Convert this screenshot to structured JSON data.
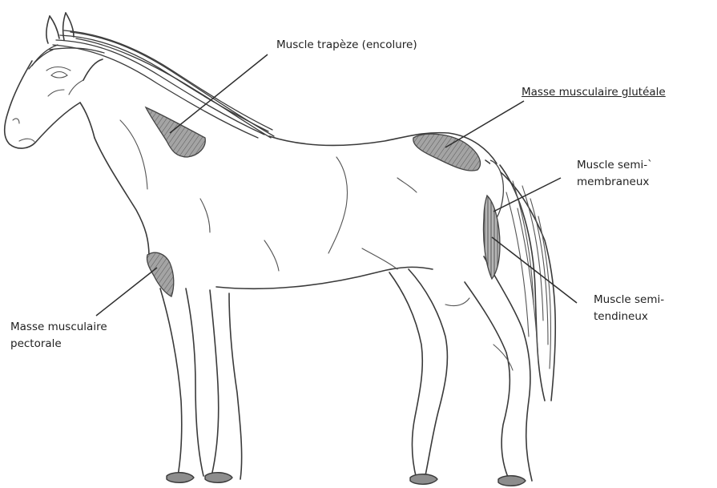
{
  "labels": {
    "trapeze": "Muscle trapèze (encolure)",
    "gluteale": "Masse musculaire glutéale",
    "semi_membraneux": [
      "Muscle semi-`",
      "membraneux"
    ],
    "semi_tendineux": [
      "Muscle semi-",
      "tendineux"
    ],
    "pectorale": [
      "Masse musculaire",
      "pectorale"
    ]
  },
  "colors": {
    "muscle_fill": "#9a9a9a",
    "line": "#2e2e2e"
  }
}
